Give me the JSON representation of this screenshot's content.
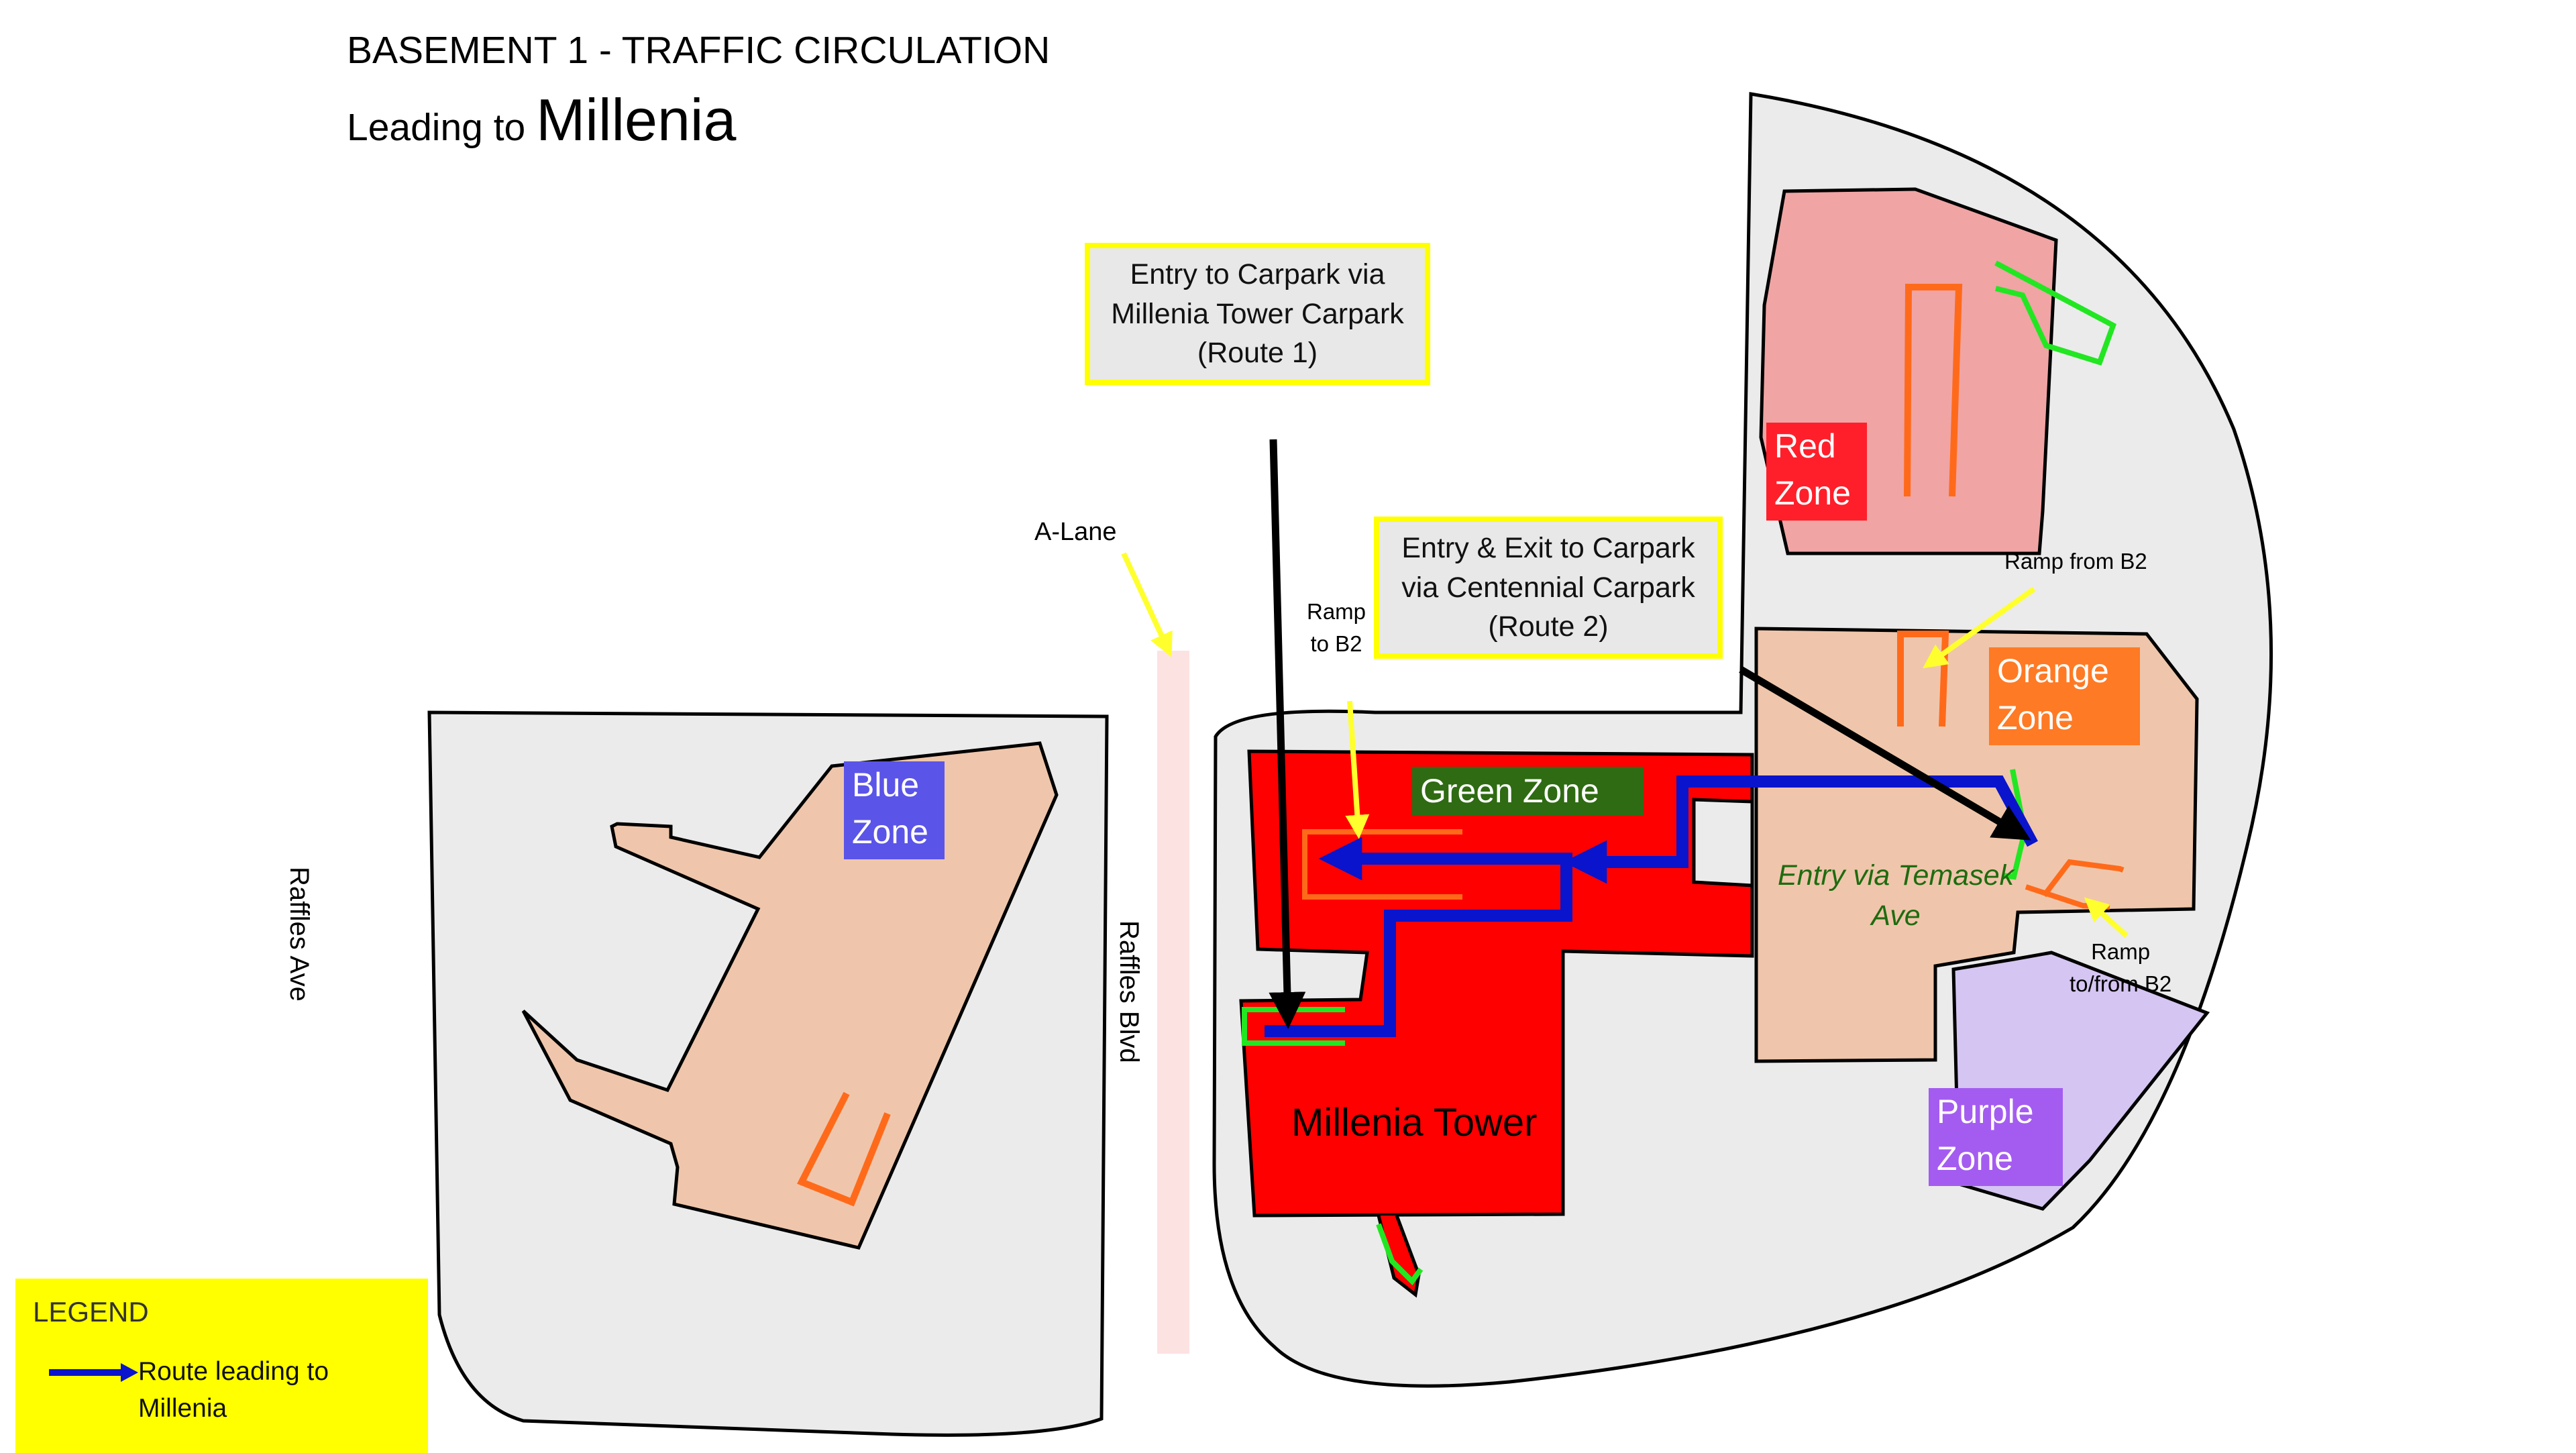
{
  "title": {
    "line1": "BASEMENT 1 - TRAFFIC CIRCULATION",
    "line2_prefix": "Leading to",
    "line2_emphasis": "Millenia"
  },
  "callouts": {
    "route1": "Entry to Carpark via Millenia Tower Carpark (Route 1)",
    "route2": "Entry & Exit to Carpark via Centennial Carpark (Route 2)"
  },
  "labels": {
    "a_lane": "A-Lane",
    "ramp_to_b2_line1": "Ramp",
    "ramp_to_b2_line2": "to B2",
    "ramp_from_b2": "Ramp from B2",
    "ramp_to_from_b2_line1": "Ramp",
    "ramp_to_from_b2_line2": "to/from B2",
    "entry_temasek_line1": "Entry via Temasek",
    "entry_temasek_line2": "Ave",
    "millenia_tower": "Millenia Tower",
    "raffles_ave": "Raffles Ave",
    "raffles_blvd": "Raffles Blvd"
  },
  "zones": {
    "blue": {
      "line1": "Blue",
      "line2": "Zone",
      "color": "#5b54e8"
    },
    "red": {
      "line1": "Red",
      "line2": "Zone",
      "color": "#ff1f2a"
    },
    "orange": {
      "line1": "Orange",
      "line2": "Zone",
      "color": "#ff7a24"
    },
    "purple": {
      "line1": "Purple",
      "line2": "Zone",
      "color": "#a45cf0"
    },
    "green": {
      "label": "Green Zone",
      "color": "#2e6b12"
    }
  },
  "legend": {
    "title": "LEGEND",
    "route_line1": "Route leading to",
    "route_line2": "Millenia"
  },
  "colors": {
    "site_fill": "#ebebeb",
    "building_peach": "#efc6ab",
    "red_zone_area": "#f0a4a4",
    "millenia_tower": "#ff0000",
    "purple_area": "#d5c5f2",
    "route": "#0a14cc",
    "ramp_orange": "#ff6a1a",
    "ramp_green": "#22e622",
    "pointer_yellow": "#ffff2e",
    "a_lane": "#fde2e2",
    "legend_bg": "#ffff00"
  },
  "icons": [
    "route-arrow-icon",
    "pointer-arrow-icon"
  ]
}
